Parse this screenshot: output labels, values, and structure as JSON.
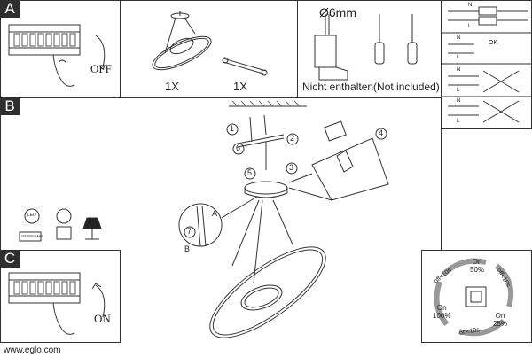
{
  "sections": {
    "a": "A",
    "b": "B",
    "c": "C"
  },
  "panel_a": {
    "switch_state": "OFF"
  },
  "panel_parts": {
    "lamp_qty": "1X",
    "bracket_qty": "1X"
  },
  "panel_tools": {
    "drill_size": "Ø6mm",
    "not_included": "Nicht enthalten(Not included)"
  },
  "panel_wiring": {
    "n": "N",
    "l": "L",
    "ok": "OK"
  },
  "panel_b": {
    "steps": [
      "1",
      "2",
      "3",
      "4",
      "5",
      "6",
      "7"
    ],
    "part_a": "A",
    "part_b": "B",
    "led_text": "LED",
    "driver_text": "CONTROL GEAR"
  },
  "panel_c": {
    "switch_state": "ON"
  },
  "panel_dim": {
    "on50": "On\n50%",
    "on25": "On\n25%",
    "on100": "On\n100%",
    "off1": "off<10s",
    "off2": "off<10s",
    "off3": "off<10s"
  },
  "footer": {
    "url": "www.eglo.com"
  }
}
